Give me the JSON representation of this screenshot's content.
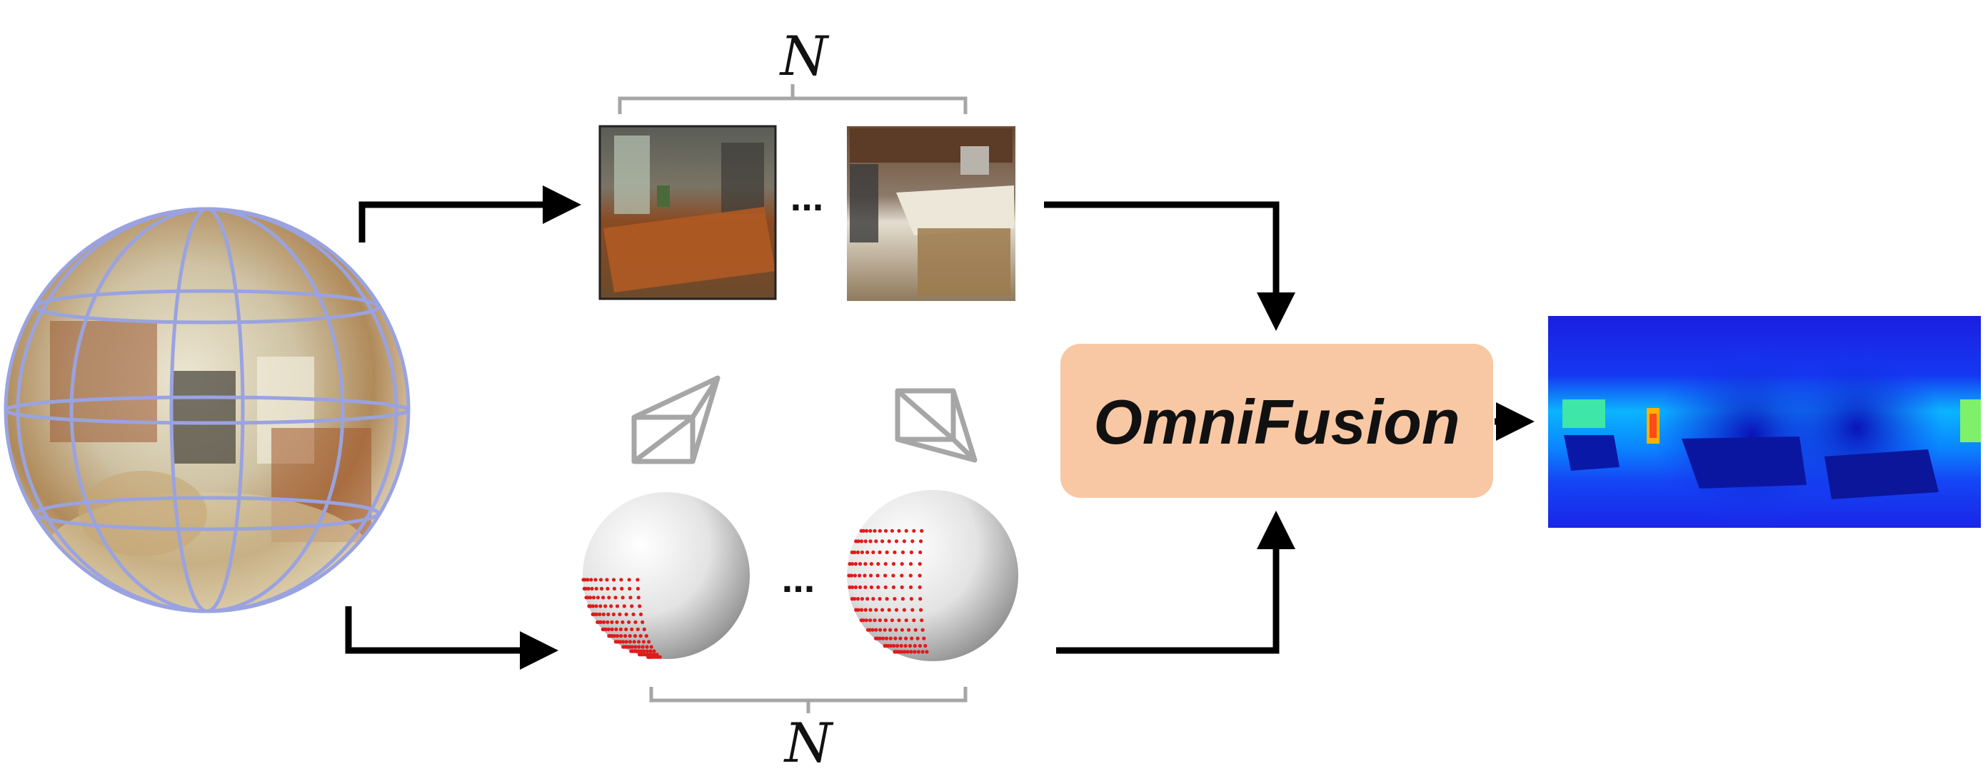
{
  "diagram": {
    "top_bracket_label": "N",
    "bottom_bracket_label": "N",
    "top_ellipsis": "...",
    "bottom_ellipsis": "...",
    "fusion_module_label": "OmniFusion"
  },
  "colors": {
    "arrow": "#000000",
    "bracket": "#a6a6a6",
    "camera_frustum": "#a6a6a6",
    "fusion_box_fill": "#f8c8a4",
    "sphere_grid": "#9aa3e0",
    "sample_points": "#e21a1a"
  },
  "icons": {
    "input_image": "panorama-sphere",
    "camera": "camera-frustum",
    "sphere": "unit-sphere-with-sample-points",
    "output": "equirectangular-depth-map"
  }
}
